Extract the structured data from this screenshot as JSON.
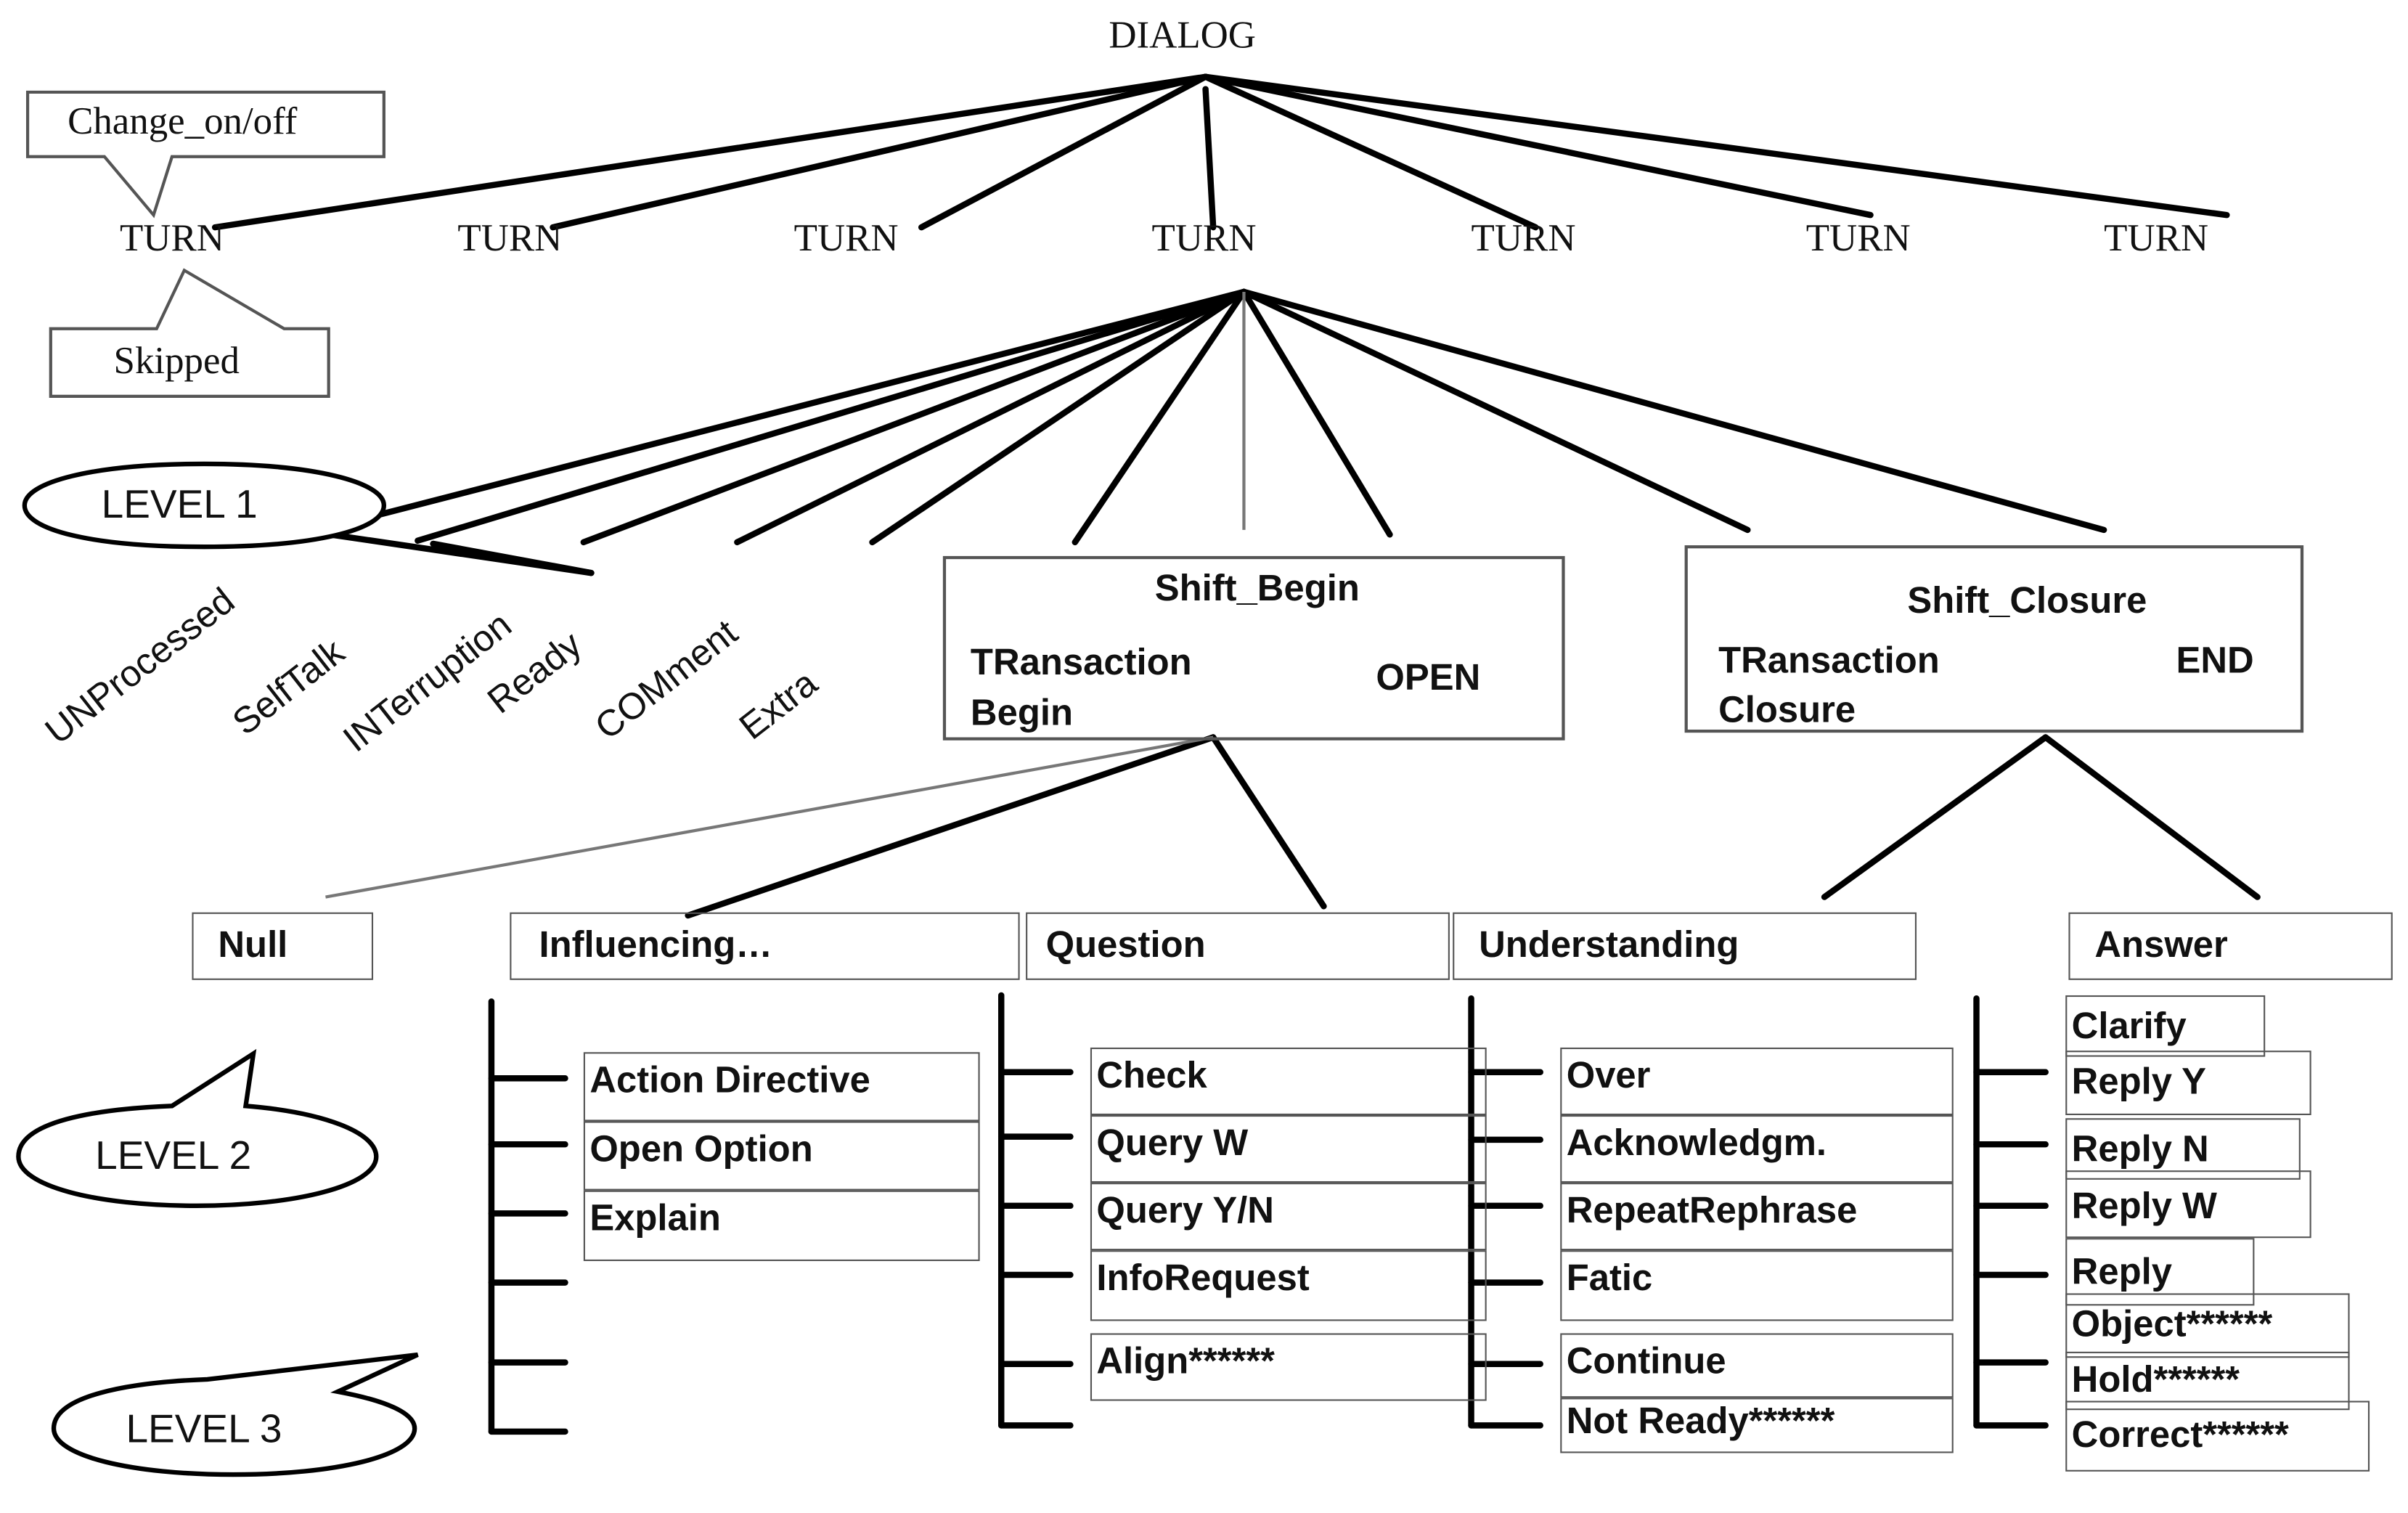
{
  "root": "DIALOG",
  "callouts": {
    "change": "Change_on/off",
    "skipped": "Skipped",
    "level1": "LEVEL 1",
    "level2": "LEVEL 2",
    "level3": "LEVEL 3"
  },
  "turns": [
    "TURN",
    "TURN",
    "TURN",
    "TURN",
    "TURN",
    "TURN",
    "TURN"
  ],
  "level1_items": [
    "UNProcessed",
    "SelfTalk",
    "INTerruption",
    "Ready",
    "COMment",
    "Extra"
  ],
  "shift_begin": {
    "title": "Shift_Begin",
    "left1": "TRansaction",
    "left2": "Begin",
    "right": "OPEN"
  },
  "shift_closure": {
    "title": "Shift_Closure",
    "left1": "TRansaction",
    "left2": "Closure",
    "right": "END"
  },
  "categories": {
    "null": "Null",
    "influencing": "Influencing…",
    "question": "Question",
    "understanding": "Understanding",
    "answer": "Answer"
  },
  "influencing_items": [
    "Action Directive",
    "Open Option",
    "Explain"
  ],
  "question_items": [
    "Check",
    "Query W",
    "Query Y/N",
    "InfoRequest",
    "Align******"
  ],
  "understanding_items": [
    "Over",
    "Acknowledgm.",
    "RepeatRephrase",
    "Fatic",
    "Continue",
    "Not Ready******"
  ],
  "answer_items": [
    "Clarify",
    "Reply Y",
    "Reply N",
    "Reply W",
    "Reply",
    "Object******",
    "Hold******",
    "Correct******"
  ]
}
